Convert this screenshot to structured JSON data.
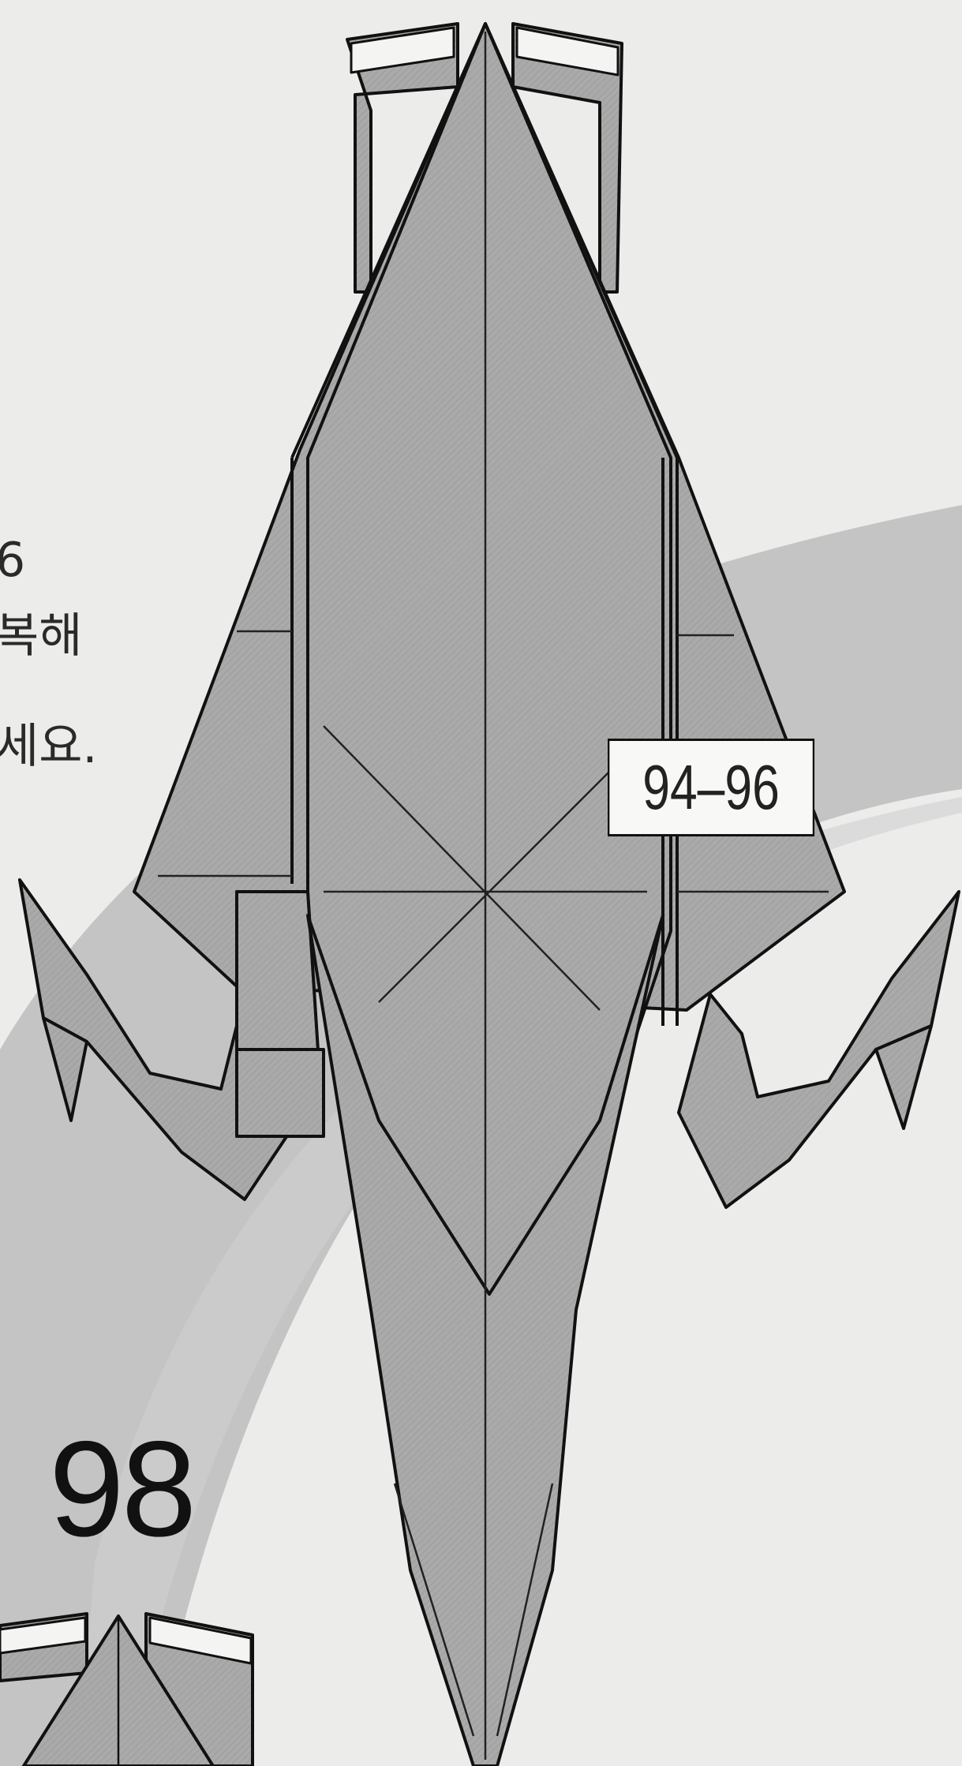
{
  "side_text": {
    "line1": "6",
    "line2": "복해",
    "line3": "세요."
  },
  "step_reference_label": "94–96",
  "step_number": "98",
  "colors": {
    "paper_background": "#ececea",
    "paper_shading": "#bcbcbc",
    "model_fill": "#a9a9a9",
    "outline": "#111111"
  }
}
